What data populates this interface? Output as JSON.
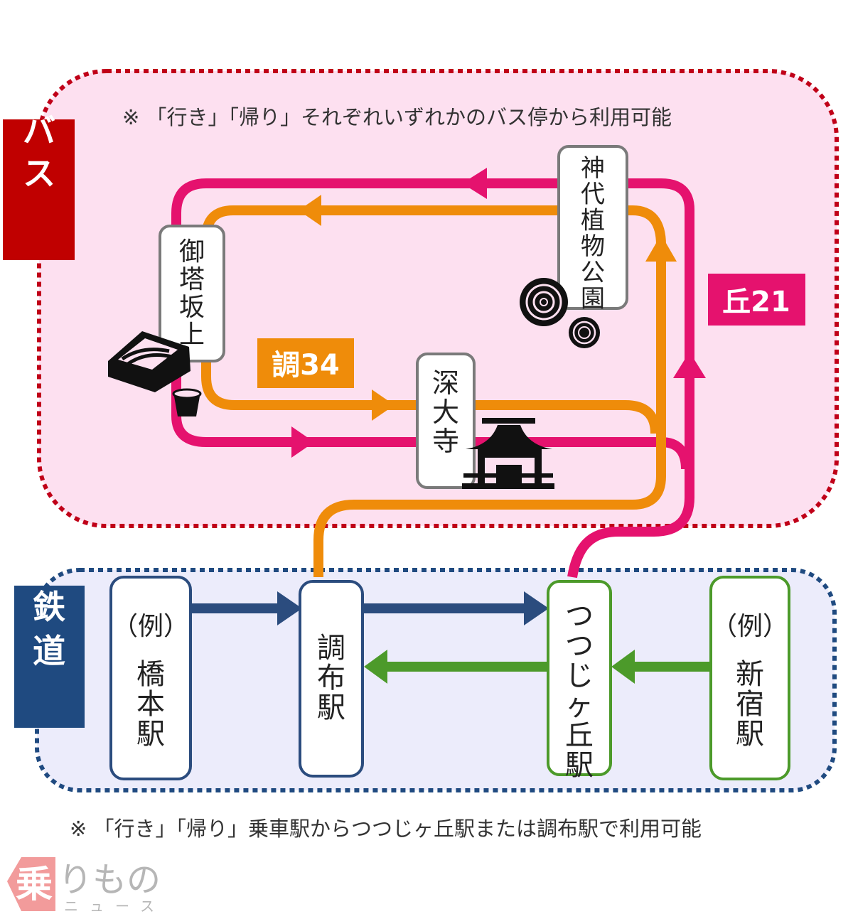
{
  "colors": {
    "bus_region_fill": "#fde0f0",
    "bus_region_border": "#c00018",
    "rail_region_fill": "#ececfb",
    "rail_region_border": "#1f4a80",
    "bus_label_bg": "#c00000",
    "rail_label_bg": "#1f4a80",
    "route_oka21": "#e5126e",
    "route_cho34": "#ef8c0a",
    "rail_outbound": "#2b4c7e",
    "rail_inbound": "#4c9a2a",
    "stop_border_bus": "#7a7a7a",
    "stop_border_chofu": "#2b4c7e",
    "stop_border_tsutsujigaoka": "#4c9a2a",
    "watermark": "#f08a8a"
  },
  "bus_section": {
    "label": "バス",
    "note": "※ 「行き」「帰り」それぞれいずれかのバス停から利用可能",
    "stops": [
      {
        "id": "jindai",
        "name": "神代植物公園",
        "icon": "rose-icon"
      },
      {
        "id": "mitosaka",
        "name": "御塔坂上",
        "icon": "soba-icon"
      },
      {
        "id": "jindaiji",
        "name": "深大寺",
        "icon": "temple-icon"
      }
    ],
    "routes": [
      {
        "id": "oka21",
        "label": "丘21",
        "color_key": "route_oka21"
      },
      {
        "id": "cho34",
        "label": "調34",
        "color_key": "route_cho34"
      }
    ]
  },
  "rail_section": {
    "label": "鉄道",
    "note": "※ 「行き」「帰り」乗車駅からつつじヶ丘駅または調布駅で利用可能",
    "stations": [
      {
        "id": "hashimoto",
        "prefix": "（例）",
        "name": "橋本駅"
      },
      {
        "id": "chofu",
        "prefix": "",
        "name": "調布駅"
      },
      {
        "id": "tsutsujigaoka",
        "prefix": "",
        "name": "つつじヶ丘駅"
      },
      {
        "id": "shinjuku",
        "prefix": "（例）",
        "name": "新宿駅"
      }
    ]
  },
  "watermark": {
    "logo_char": "乗",
    "text": "りもの",
    "subtext": "ニュース"
  }
}
